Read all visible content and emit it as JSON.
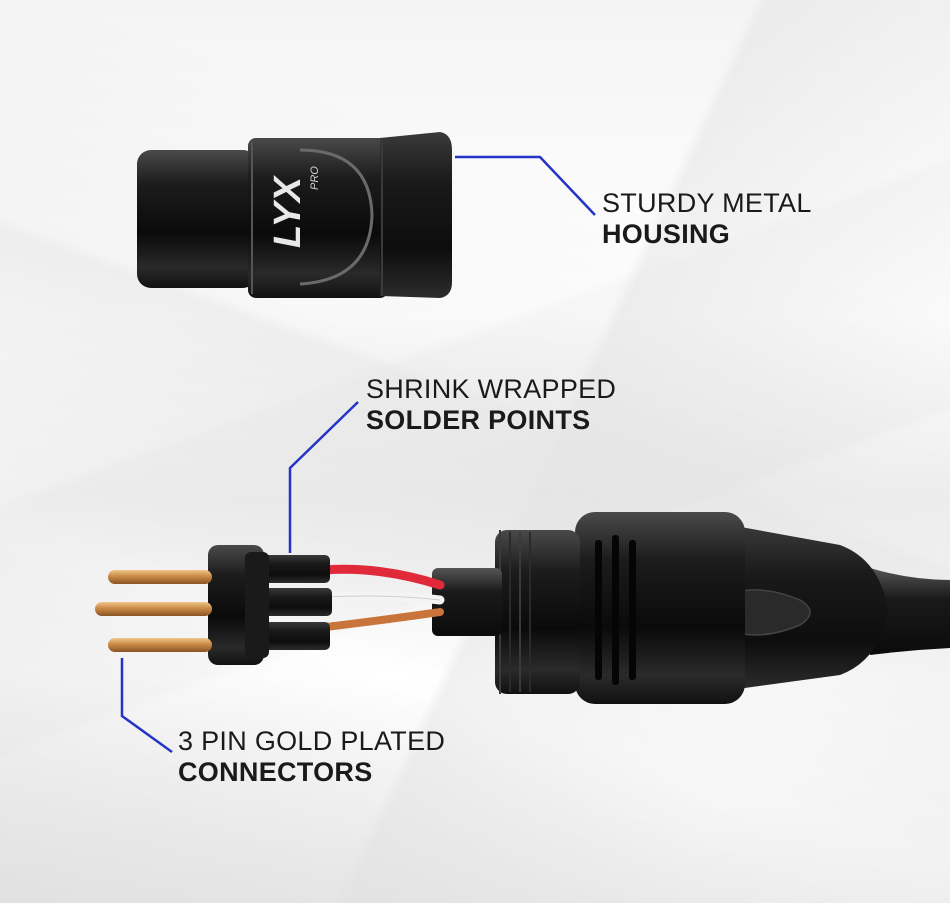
{
  "callouts": {
    "housing": {
      "line1": "STURDY METAL",
      "line2": "HOUSING"
    },
    "solder": {
      "line1": "SHRINK WRAPPED",
      "line2": "SOLDER POINTS"
    },
    "pins": {
      "line1": "3 PIN GOLD PLATED",
      "line2": "CONNECTORS"
    }
  },
  "brand": {
    "logo_text": "LYX",
    "logo_sub": "PRO"
  },
  "colors": {
    "leader_line": "#2433c8",
    "connector_body": "#151515",
    "pin_gold": "#c98a45",
    "wire_red": "#e02a3a",
    "wire_white": "#f4f4f4",
    "wire_copper": "#c8743a"
  }
}
